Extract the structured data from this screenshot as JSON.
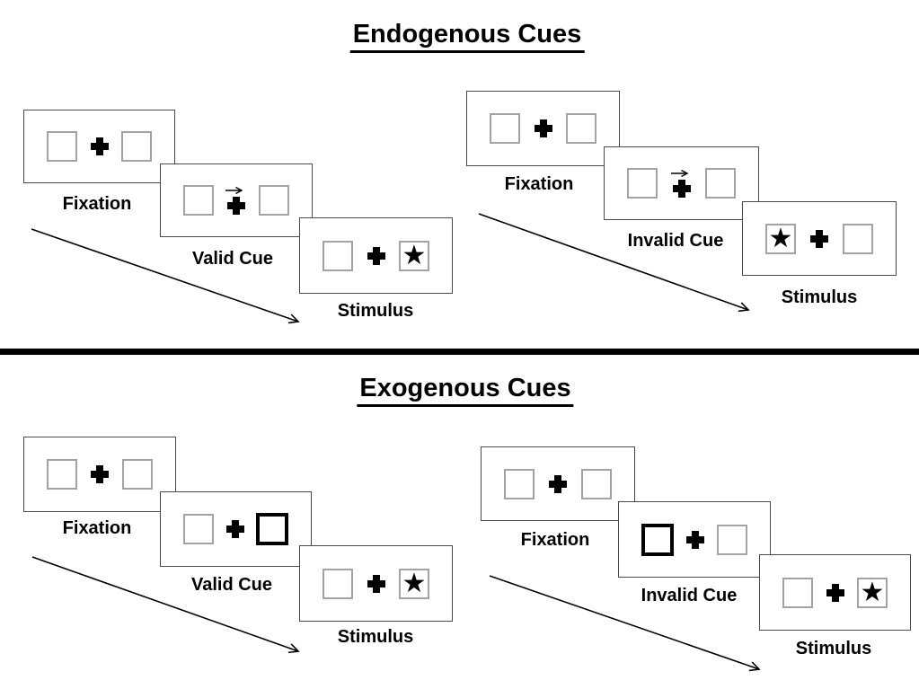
{
  "diagram": {
    "kind": "posner-attention-cueing-task",
    "background": "#ffffff"
  },
  "colors": {
    "ink": "#000000",
    "card_border": "#4a4a4a",
    "placeholder_box_border": "#a3a3a3",
    "cue_box_border": "#000000"
  },
  "icons": {
    "fixation-cross-icon": "heavy plus / fixation cross (CSS cross shape)",
    "right-arrow-cue-icon": "small rightward arrow above fixation cross",
    "star-stimulus-icon": "★",
    "timeline-arrow-icon": "long diagonal down-right arrow",
    "exogenous-cue-box": "bold black outlined square"
  },
  "sections": [
    {
      "title": "Endogenous Cues",
      "groups": [
        {
          "cards": [
            {
              "label": "Fixation",
              "left_box": "",
              "right_box": ""
            },
            {
              "label": "Valid Cue",
              "left_box": "",
              "right_box": ""
            },
            {
              "label": "Stimulus",
              "left_box": "",
              "right_box": "★"
            }
          ]
        },
        {
          "cards": [
            {
              "label": "Fixation",
              "left_box": "",
              "right_box": ""
            },
            {
              "label": "Invalid Cue",
              "left_box": "",
              "right_box": ""
            },
            {
              "label": "Stimulus",
              "left_box": "★",
              "right_box": ""
            }
          ]
        }
      ]
    },
    {
      "title": "Exogenous Cues",
      "groups": [
        {
          "cards": [
            {
              "label": "Fixation",
              "left_box": "",
              "right_box": ""
            },
            {
              "label": "Valid Cue",
              "left_box": "",
              "right_box": ""
            },
            {
              "label": "Stimulus",
              "left_box": "",
              "right_box": "★"
            }
          ]
        },
        {
          "cards": [
            {
              "label": "Fixation",
              "left_box": "",
              "right_box": ""
            },
            {
              "label": "Invalid Cue",
              "left_box": "",
              "right_box": ""
            },
            {
              "label": "Stimulus",
              "left_box": "",
              "right_box": "★"
            }
          ]
        }
      ]
    }
  ]
}
